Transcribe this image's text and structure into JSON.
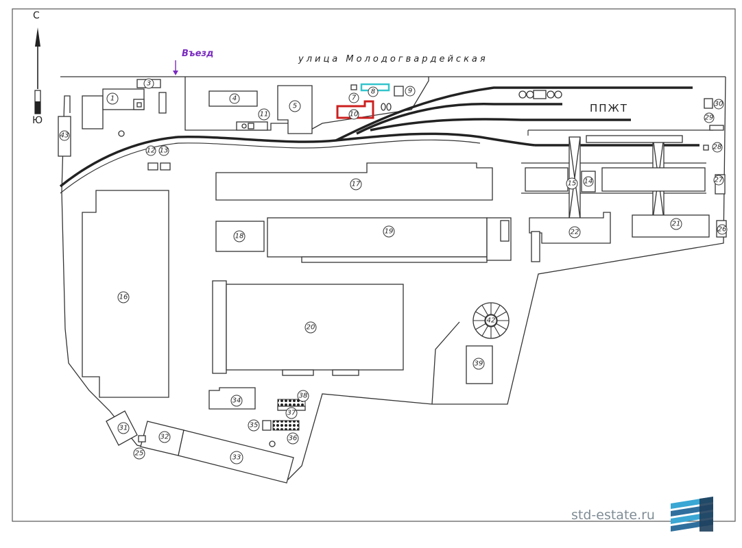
{
  "compass": {
    "north": "С",
    "south": "Ю"
  },
  "entry_label": "Въезд",
  "street_name": "улица Молодогвардейская",
  "ppzht_label": "ППЖТ",
  "watermark": "std-estate.ru",
  "highlight_colors": {
    "building_10": "#cc1f1f",
    "building_8": "#33c4cc",
    "entry": "#7a2bbf"
  },
  "buildings": {
    "b1": "1",
    "b3": "3",
    "b4": "4",
    "b5": "5",
    "b7": "7",
    "b8": "8",
    "b9": "9",
    "b10": "10",
    "b11": "11",
    "b12": "12",
    "b13": "13",
    "b14": "14",
    "b15": "15",
    "b16": "16",
    "b17": "17",
    "b18": "18",
    "b19": "19",
    "b20": "20",
    "b21": "21",
    "b22": "22",
    "b25": "25",
    "b26": "26",
    "b27": "27",
    "b28": "28",
    "b29": "29",
    "b30": "30",
    "b31": "31",
    "b32": "32",
    "b33": "33",
    "b34": "34",
    "b35": "35",
    "b36": "36",
    "b37": "37",
    "b38": "38",
    "b39": "39",
    "b42": "42",
    "b43": "43"
  }
}
